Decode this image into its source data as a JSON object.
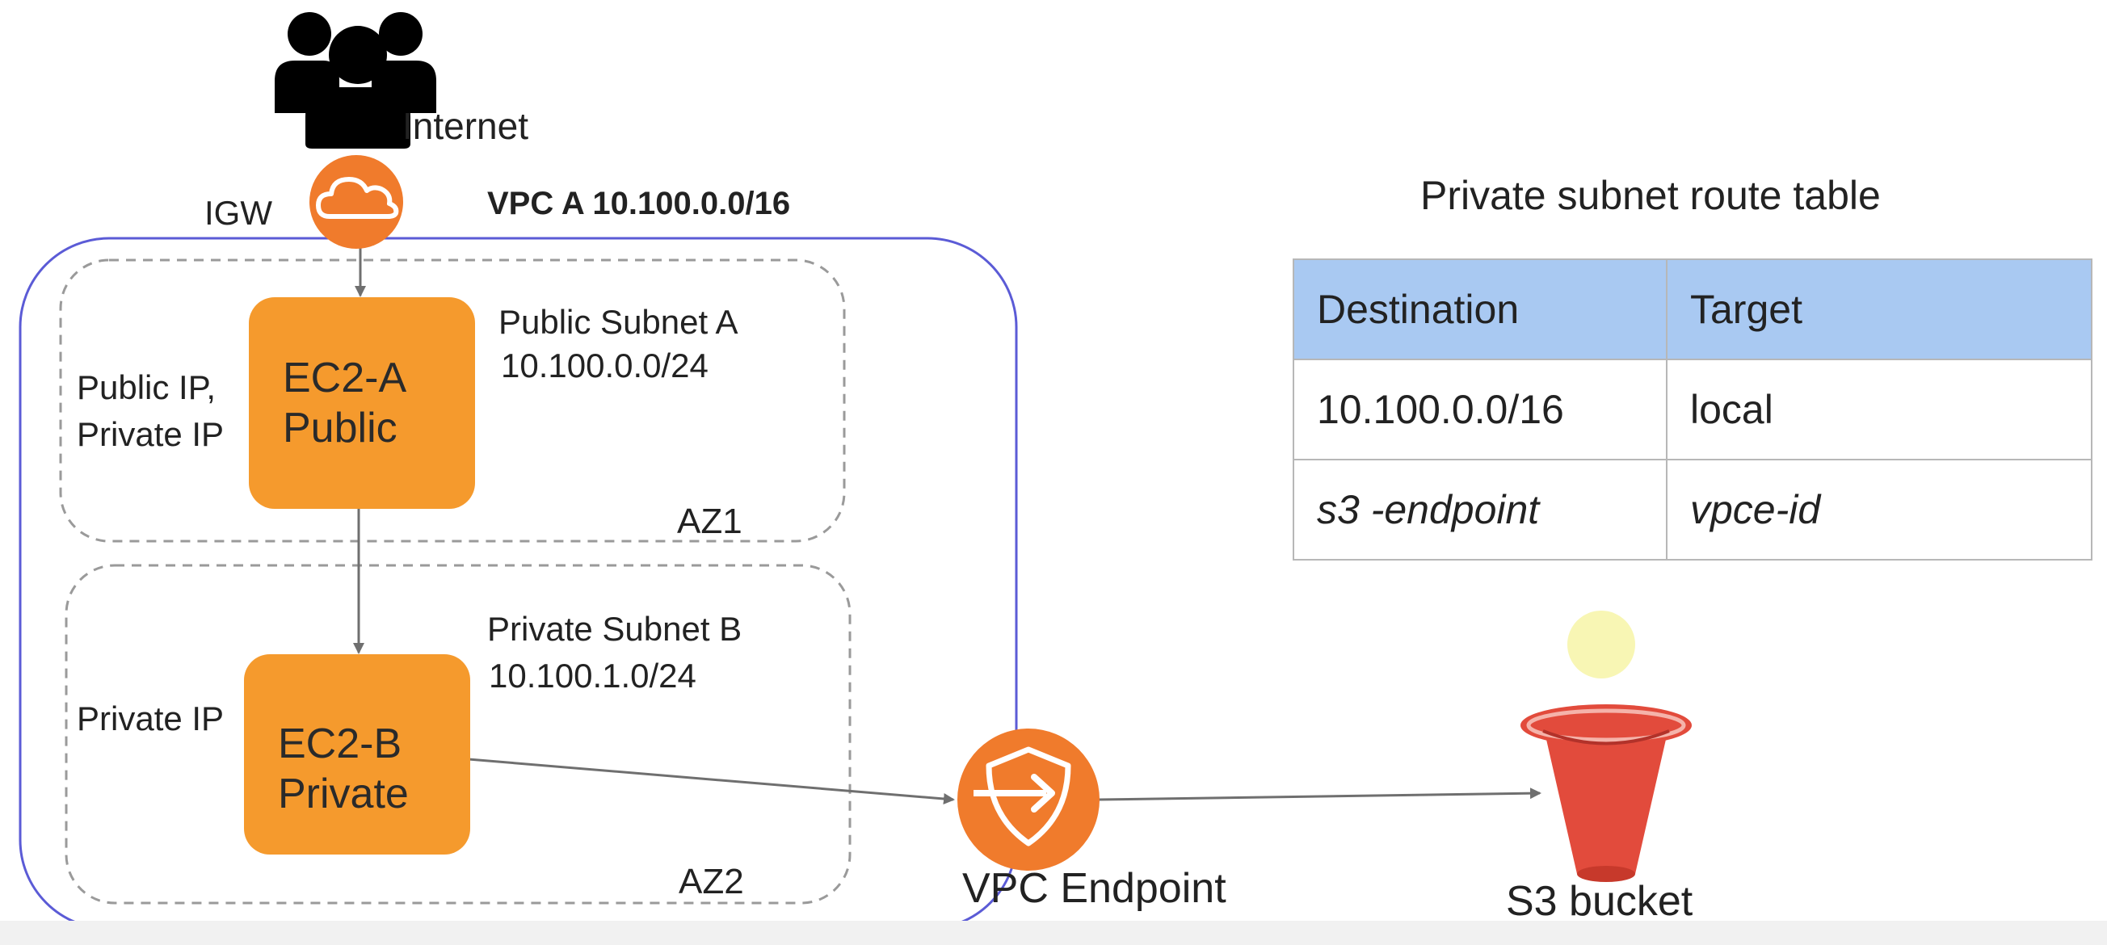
{
  "diagram": {
    "internet_label": "Internet",
    "igw_label": "IGW",
    "vpc_label": "VPC A 10.100.0.0/16",
    "public_subnet": {
      "name": "Public Subnet A",
      "cidr": "10.100.0.0/24",
      "az": "AZ1"
    },
    "private_subnet": {
      "name": "Private Subnet B",
      "cidr": "10.100.1.0/24",
      "az": "AZ2"
    },
    "ec2_a": {
      "line1": "EC2-A",
      "line2": "Public",
      "ip_line1": "Public IP,",
      "ip_line2": "Private IP"
    },
    "ec2_b": {
      "line1": "EC2-B",
      "line2": "Private",
      "ip_line1": "Private IP"
    },
    "vpc_endpoint_label": "VPC Endpoint",
    "s3_label": "S3 bucket"
  },
  "route_table": {
    "title": "Private subnet route table",
    "headers": [
      "Destination",
      "Target"
    ],
    "rows": [
      [
        "10.100.0.0/16",
        "local"
      ],
      [
        "s3 -endpoint",
        "vpce-id"
      ]
    ]
  },
  "colors": {
    "ec2_orange": "#f59a2d",
    "icon_orange": "#f07b2c",
    "vpc_border": "#5b5bd6",
    "subnet_dash": "#9a9a9a",
    "bucket_red": "#e24b3c",
    "table_header": "#a9c9f2"
  },
  "icons": [
    "users-icon",
    "cloud-icon",
    "shield-endpoint-icon",
    "bucket-icon"
  ]
}
